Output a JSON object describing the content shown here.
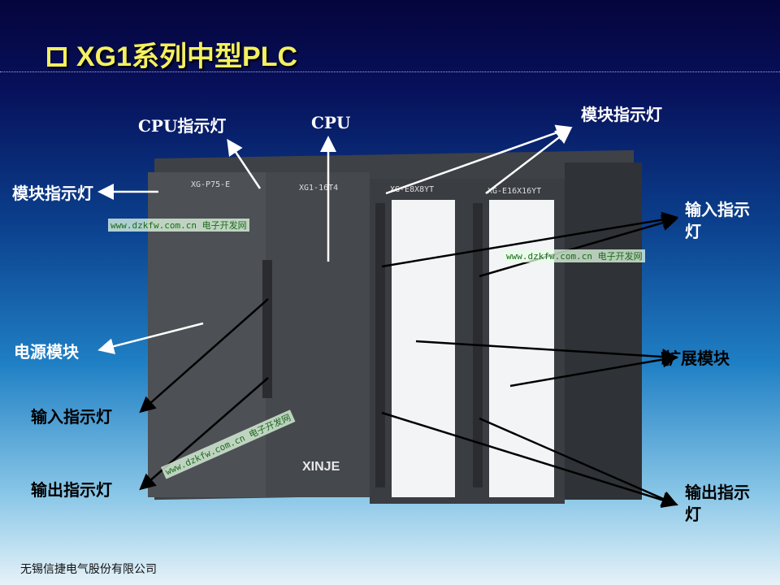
{
  "title": "XG1系列中型PLC",
  "footer": "无锡信捷电气股份有限公司",
  "labels": {
    "cpu_indicator": "CPU指示灯",
    "cpu": "CPU",
    "module_indicator_top": "模块指示灯",
    "module_indicator_left": "模块指示灯",
    "input_indicator_right": "输入指示灯",
    "power_module": "电源模块",
    "expansion_module": "扩展模块",
    "input_indicator_left": "输入指示灯",
    "output_indicator_left": "输出指示灯",
    "output_indicator_right": "输出指示灯"
  },
  "modules": {
    "power": "XG-P75-E",
    "cpu": "XG1-16T4",
    "exp1": "XG-E8X8YT",
    "exp2": "XG-E16X16YT",
    "brand": "XINJE"
  },
  "watermark": "www.dzkfw.com.cn 电子开发网"
}
